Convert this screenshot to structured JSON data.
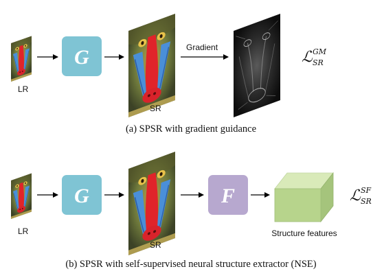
{
  "panel_a": {
    "lr_label": "LR",
    "generator_letter": "G",
    "sr_label": "SR",
    "arrow_label": "Gradient",
    "loss": {
      "symbol": "ℒ",
      "superscript": "GM",
      "subscript": "SR"
    },
    "caption": "(a)  SPSR with gradient guidance"
  },
  "panel_b": {
    "lr_label": "LR",
    "generator_letter": "G",
    "sr_label": "SR",
    "extractor_letter": "F",
    "features_label": "Structure features",
    "loss": {
      "symbol": "ℒ",
      "superscript": "SF",
      "subscript": "SR"
    },
    "caption": "(b) SPSR with self-supervised neural structure extractor (NSE)"
  },
  "colors": {
    "generator": "#7fc4d4",
    "extractor": "#b7a8cf",
    "cube_front": "#b7d48c",
    "cube_top": "#d9eab9",
    "cube_side": "#a5c47c"
  }
}
